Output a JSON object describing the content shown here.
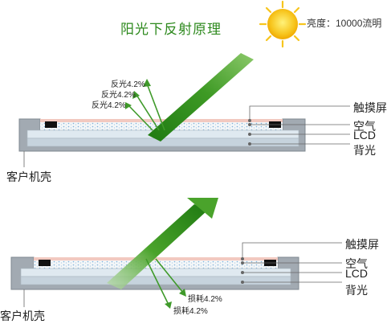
{
  "title": "阳光下反射原理",
  "luminance": "亮度：10000流明",
  "top_panel": {
    "reflections": [
      "反光4.2%",
      "反光4.2%",
      "反光4.2%"
    ],
    "layers": [
      "触摸屏",
      "空气",
      "LCD",
      "背光"
    ],
    "housing": "客户机壳"
  },
  "bottom_panel": {
    "losses": [
      "损耗4.2%",
      "损耗4.2%"
    ],
    "layers": [
      "触摸屏",
      "空气",
      "LCD",
      "背光"
    ],
    "housing": "客户机壳"
  },
  "colors": {
    "title": "#2f8a1f",
    "sun": "#f7c51d",
    "beam": "#2f8a1f",
    "panel": "#9aa3ab"
  }
}
